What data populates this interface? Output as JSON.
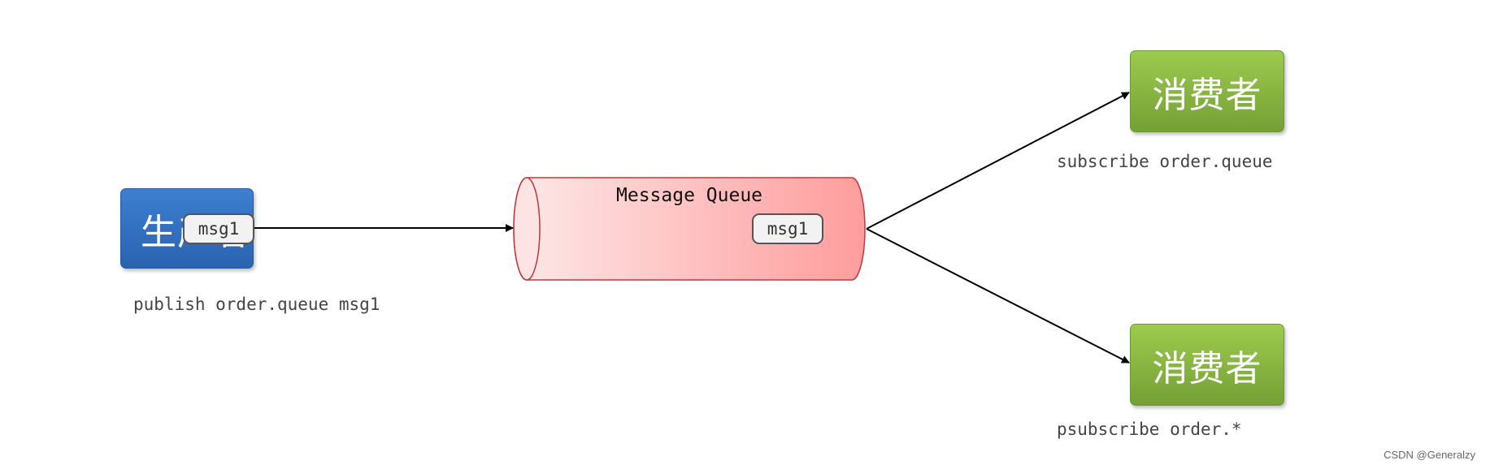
{
  "producer": {
    "label": "生产者"
  },
  "producer_message": "msg1",
  "queue": {
    "title": "Message Queue",
    "message": "msg1"
  },
  "consumers": [
    {
      "label": "消费者",
      "caption": "subscribe order.queue"
    },
    {
      "label": "消费者",
      "caption": "psubscribe order.*"
    }
  ],
  "producer_caption": "publish order.queue msg1",
  "watermark": "CSDN @Generalzy",
  "colors": {
    "producer": "#3575c4",
    "consumer": "#86b53f",
    "queue_fill_start": "#fde6e6",
    "queue_fill_end": "#ff9c9c",
    "queue_border": "#c0393b",
    "arrow": "#000000"
  }
}
